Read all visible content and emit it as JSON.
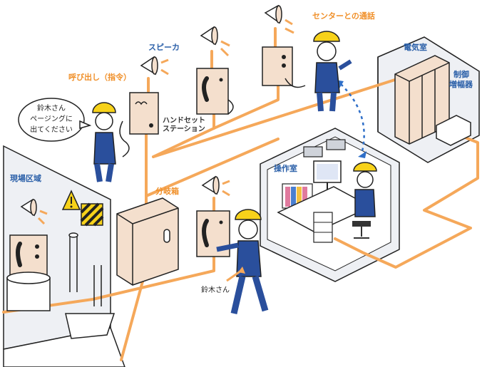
{
  "labels": {
    "speaker": "スピーカ",
    "paging": "呼び出し（指令）",
    "center_call": "センターとの通話",
    "handset_station": "ハンドセット",
    "handset_station_2": "ステーション",
    "junction_box": "分岐箱",
    "field_area": "現場区域",
    "control_room": "操作室",
    "electrical_room": "電気室",
    "control_amp": "制御",
    "control_amp_2": "増幅器",
    "suzuki": "鈴木さん"
  },
  "speech_bubble": {
    "line1": "鈴木さん",
    "line2": "ページングに",
    "line3": "出てください"
  },
  "colors": {
    "cable": "#f5a85a",
    "label_orange": "#f0902a",
    "label_blue": "#2a5fa8",
    "room_fill": "#eef0f4",
    "helmet": "#f7d21a",
    "uniform": "#2a4f9c",
    "box_fill": "#f4dfcd"
  }
}
